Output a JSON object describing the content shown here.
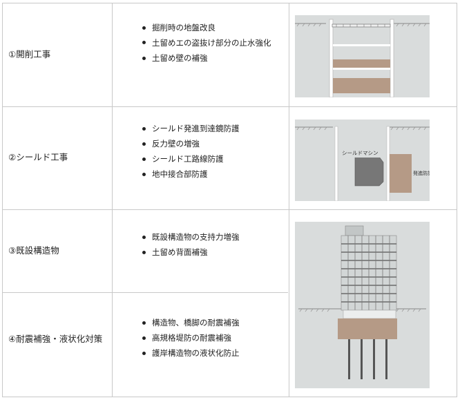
{
  "rows": [
    {
      "label": "①開削工事",
      "items": [
        "掘削時の地盤改良",
        "土留めエの盗抜け部分の止水強化",
        "土留め壁の補強"
      ]
    },
    {
      "label": "②シールド工事",
      "items": [
        "シールド発進到達鏡防護",
        "反力壁の増強",
        "シールド工路線防護",
        "地中接合部防護"
      ]
    },
    {
      "label": "③既設構造物",
      "items": [
        "既設構造物の支持力増強",
        "土留め背面補強"
      ]
    },
    {
      "label": "④耐震補強・液状化対策",
      "items": [
        "構造物、橋脚の耐震補強",
        "高規格堤防の耐震補強",
        "護岸構造物の液状化防止"
      ]
    }
  ],
  "figures": {
    "shield": {
      "machine_label": "シールドマシン",
      "wall_label": "発進防護"
    }
  },
  "colors": {
    "ground": "#d9dcdc",
    "improvement": "#b59a86",
    "border": "#c8c8c8"
  }
}
